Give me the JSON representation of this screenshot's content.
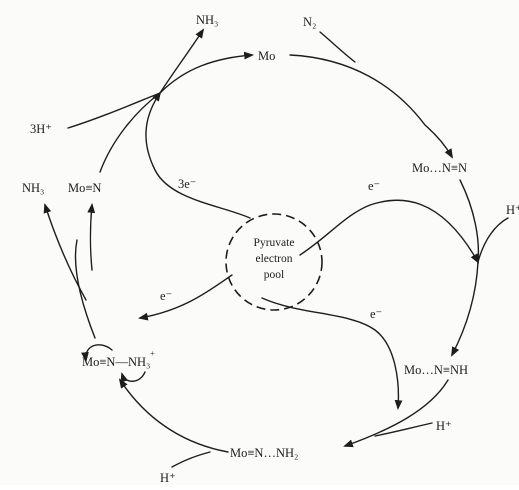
{
  "species": {
    "mo": "Mo",
    "mo_n2": "Mo…N≡N",
    "mo_nnh": "Mo…N≡NH",
    "mo_nnh2": "Mo≡N…NH₂",
    "mo_n_nh3": "Mo≡N—NH₃",
    "mo_n": "Mo≡N"
  },
  "inputs_outputs": {
    "n2": "N₂",
    "nh3_top": "NH₃",
    "nh3_left": "NH₃",
    "three_h_plus": "3H⁺",
    "h_plus_top_right": "H⁺",
    "h_plus_right": "H⁺",
    "h_plus_bottom": "H⁺"
  },
  "electrons": {
    "three_e": "3e⁻",
    "e_upper_right": "e⁻",
    "e_lower_right": "e⁻",
    "e_lower_left": "e⁻"
  },
  "pool": {
    "line1": "Pyruvate",
    "line2": "electron",
    "line3": "pool"
  },
  "charges": {
    "plus": "+"
  }
}
